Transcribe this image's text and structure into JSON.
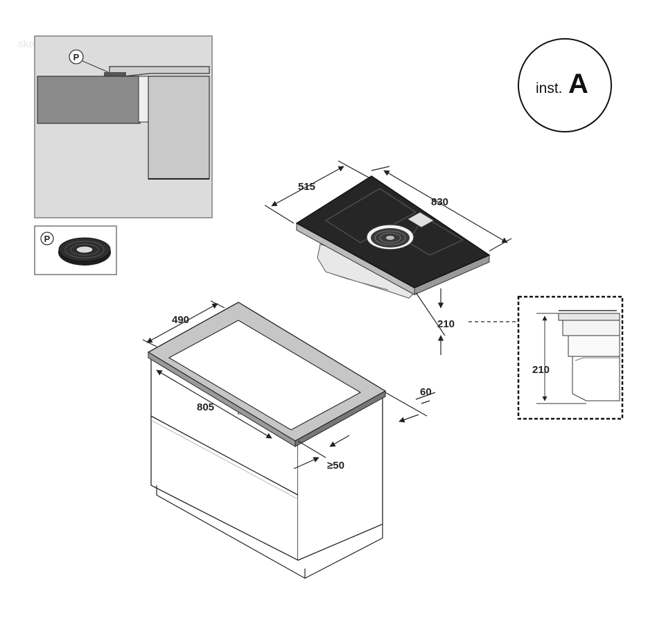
{
  "watermark": "skelbiu.lt",
  "badge": {
    "prefix": "inst.",
    "letter": "A"
  },
  "part_marker": "P",
  "dimensions": {
    "hob_depth": "515",
    "hob_width": "830",
    "hob_height": "210",
    "detail_height": "210",
    "cutout_depth": "490",
    "cutout_width": "805",
    "wall_gap": "60",
    "min_front": "≥50"
  },
  "colors": {
    "detail_bg": "#dcdcdc",
    "worktop": "#8a8a8a",
    "hob_top": "#262626",
    "line": "#222222"
  }
}
